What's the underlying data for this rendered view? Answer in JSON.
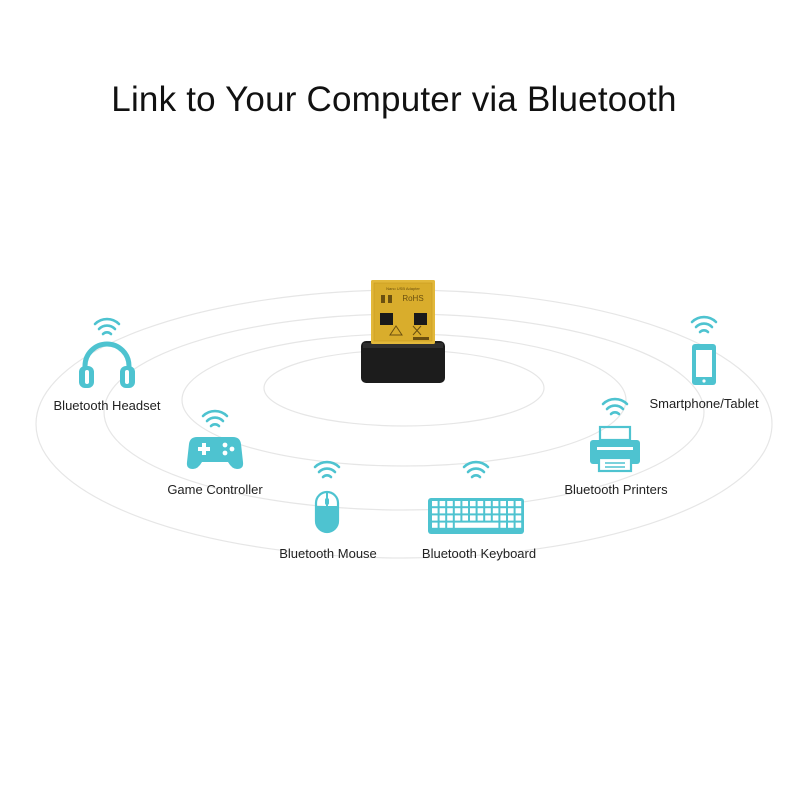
{
  "title": "Link to Your Computer via Bluetooth",
  "adapter": {
    "name": "usb-bluetooth-adapter",
    "label_tiny": "Nano USB Adapter",
    "cert_text": "RoHS"
  },
  "devices": [
    {
      "name": "bluetooth-headset",
      "label": "Bluetooth Headset",
      "icon": "headset-icon"
    },
    {
      "name": "game-controller",
      "label": "Game Controller",
      "icon": "gamepad-icon"
    },
    {
      "name": "bluetooth-mouse",
      "label": "Bluetooth Mouse",
      "icon": "mouse-icon"
    },
    {
      "name": "bluetooth-keyboard",
      "label": "Bluetooth Keyboard",
      "icon": "keyboard-icon"
    },
    {
      "name": "bluetooth-printers",
      "label": "Bluetooth Printers",
      "icon": "printer-icon"
    },
    {
      "name": "smartphone-tablet",
      "label": "Smartphone/Tablet",
      "icon": "smartphone-icon"
    }
  ],
  "colors": {
    "accent": "#4ec3d0",
    "ring": "#e6e6e6",
    "gold": "#e2b83a",
    "adapter_body": "#1c1c1c"
  }
}
